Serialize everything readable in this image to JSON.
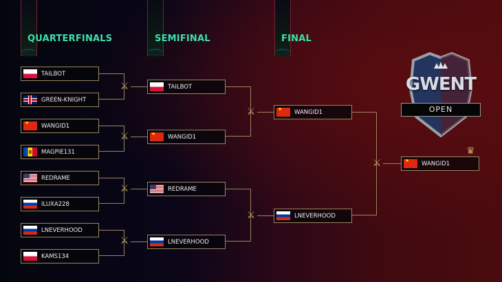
{
  "rounds": [
    {
      "title": "QUARTERFINALS"
    },
    {
      "title": "SEMIFINAL"
    },
    {
      "title": "FINAL"
    }
  ],
  "quarterfinals": [
    {
      "name": "TAILBOT",
      "flag": "poland"
    },
    {
      "name": "GREEN-KNIGHT",
      "flag": "united-kingdom"
    },
    {
      "name": "WANGID1",
      "flag": "china"
    },
    {
      "name": "MAGPIE131",
      "flag": "moldova"
    },
    {
      "name": "REDRAME",
      "flag": "usa"
    },
    {
      "name": "ILUXA228",
      "flag": "russia"
    },
    {
      "name": "LNEVERHOOD",
      "flag": "russia"
    },
    {
      "name": "KAMS134",
      "flag": "poland"
    }
  ],
  "semifinals": [
    {
      "name": "TAILBOT",
      "flag": "poland"
    },
    {
      "name": "WANGID1",
      "flag": "china"
    },
    {
      "name": "REDRAME",
      "flag": "usa"
    },
    {
      "name": "LNEVERHOOD",
      "flag": "russia"
    }
  ],
  "final": [
    {
      "name": "WANGID1",
      "flag": "china"
    },
    {
      "name": "LNEVERHOOD",
      "flag": "russia"
    }
  ],
  "winner": {
    "name": "WANGID1",
    "flag": "china"
  },
  "logo": {
    "title": "GWENT",
    "subtitle": "OPEN"
  },
  "colors": {
    "accent": "#3fe0a8",
    "gold": "#9c8660"
  }
}
